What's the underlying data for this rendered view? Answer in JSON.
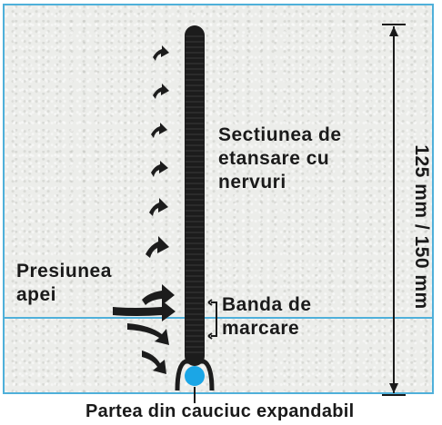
{
  "labels": {
    "section": [
      "Sectiunea de",
      "etansare cu",
      "nervuri"
    ],
    "pressure": [
      "Presiunea",
      "apei"
    ],
    "band": [
      "Banda de",
      "marcare"
    ],
    "dimension": "125 mm / 150 mm",
    "expandable_part": "Partea din cauciuc expandabil"
  },
  "colors": {
    "frame": "#4fb0da",
    "marker_line": "#4fb0da",
    "rubber_bulb": "#1ba6e6",
    "profile": "#1c1c1c",
    "text": "#1a1a1a",
    "background": "#ecedea"
  }
}
